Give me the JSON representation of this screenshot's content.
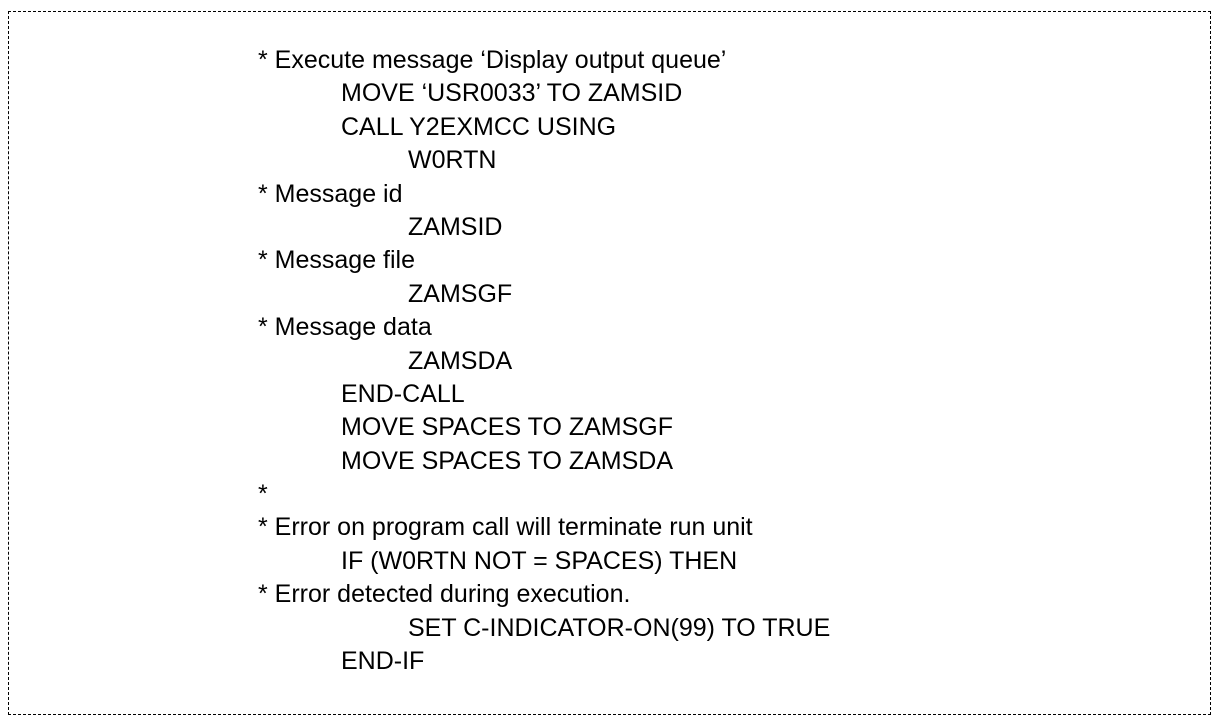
{
  "lines": [
    {
      "indent": 0,
      "text": "* Execute message ‘Display output queue’"
    },
    {
      "indent": 1,
      "text": "MOVE ‘USR0033’ TO ZAMSID"
    },
    {
      "indent": 1,
      "text": "CALL Y2EXMCC USING"
    },
    {
      "indent": 2,
      "text": "W0RTN"
    },
    {
      "indent": 0,
      "text": "* Message id"
    },
    {
      "indent": 2,
      "text": "ZAMSID"
    },
    {
      "indent": 0,
      "text": "* Message file"
    },
    {
      "indent": 2,
      "text": "ZAMSGF"
    },
    {
      "indent": 0,
      "text": "* Message data"
    },
    {
      "indent": 2,
      "text": "ZAMSDA"
    },
    {
      "indent": 1,
      "text": "END-CALL"
    },
    {
      "indent": 1,
      "text": "MOVE SPACES TO ZAMSGF"
    },
    {
      "indent": 1,
      "text": "MOVE SPACES TO ZAMSDA"
    },
    {
      "indent": 0,
      "text": "*"
    },
    {
      "indent": 0,
      "text": "* Error on program call will terminate run unit"
    },
    {
      "indent": 1,
      "text": "IF (W0RTN NOT = SPACES) THEN"
    },
    {
      "indent": 0,
      "text": "* Error detected during execution."
    },
    {
      "indent": 2,
      "text": "SET C-INDICATOR-ON(99) TO TRUE"
    },
    {
      "indent": 1,
      "text": "END-IF"
    }
  ]
}
